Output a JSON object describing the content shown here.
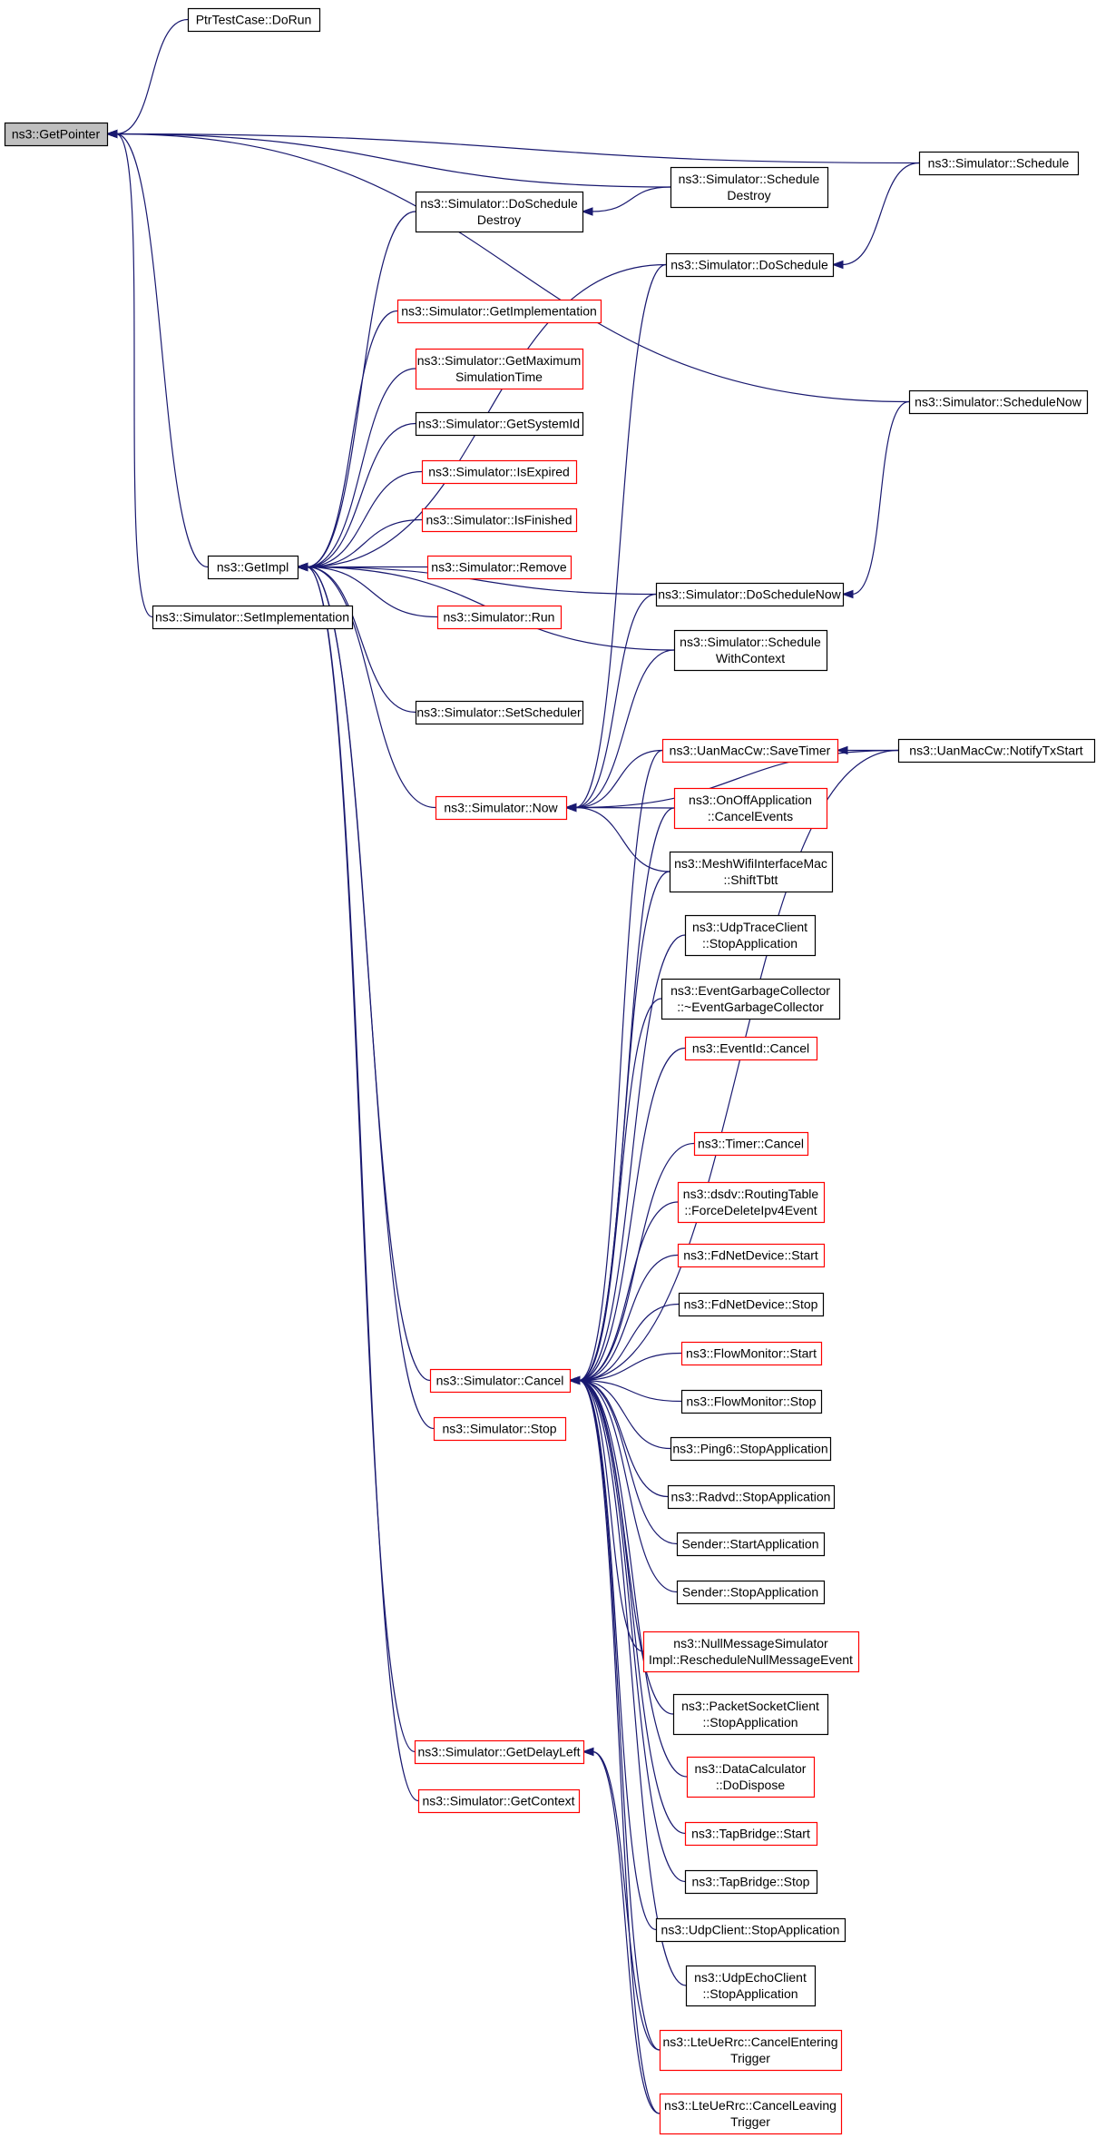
{
  "colors": {
    "edge": "#191970",
    "node_border_black": "#000000",
    "node_border_red": "#ff0000",
    "focus_fill": "#bfbfbf",
    "node_fill": "#ffffff"
  },
  "nodes": {
    "getpointer": {
      "lines": [
        "ns3::GetPointer"
      ],
      "border": "black",
      "focus": true
    },
    "ptrtestcase_dorun": {
      "lines": [
        "PtrTestCase::DoRun"
      ],
      "border": "black"
    },
    "sim_setimplementation": {
      "lines": [
        "ns3::Simulator::SetImplementation"
      ],
      "border": "black"
    },
    "getimpl": {
      "lines": [
        "ns3::GetImpl"
      ],
      "border": "black"
    },
    "sim_doscheduledestroy": {
      "lines": [
        "ns3::Simulator::DoSchedule",
        "Destroy"
      ],
      "border": "black"
    },
    "sim_getimplementation": {
      "lines": [
        "ns3::Simulator::GetImplementation"
      ],
      "border": "red"
    },
    "sim_getmaximumsimulationtime": {
      "lines": [
        "ns3::Simulator::GetMaximum",
        "SimulationTime"
      ],
      "border": "red"
    },
    "sim_getsystemid": {
      "lines": [
        "ns3::Simulator::GetSystemId"
      ],
      "border": "black"
    },
    "sim_isexpired": {
      "lines": [
        "ns3::Simulator::IsExpired"
      ],
      "border": "red"
    },
    "sim_isfinished": {
      "lines": [
        "ns3::Simulator::IsFinished"
      ],
      "border": "red"
    },
    "sim_remove": {
      "lines": [
        "ns3::Simulator::Remove"
      ],
      "border": "red"
    },
    "sim_run": {
      "lines": [
        "ns3::Simulator::Run"
      ],
      "border": "red"
    },
    "sim_setscheduler": {
      "lines": [
        "ns3::Simulator::SetScheduler"
      ],
      "border": "black"
    },
    "sim_now": {
      "lines": [
        "ns3::Simulator::Now"
      ],
      "border": "red"
    },
    "sim_cancel": {
      "lines": [
        "ns3::Simulator::Cancel"
      ],
      "border": "red"
    },
    "sim_stop": {
      "lines": [
        "ns3::Simulator::Stop"
      ],
      "border": "red"
    },
    "sim_getdelayleft": {
      "lines": [
        "ns3::Simulator::GetDelayLeft"
      ],
      "border": "red"
    },
    "sim_getcontext": {
      "lines": [
        "ns3::Simulator::GetContext"
      ],
      "border": "red"
    },
    "sim_scheduledestroy": {
      "lines": [
        "ns3::Simulator::Schedule",
        "Destroy"
      ],
      "border": "black"
    },
    "sim_doschedule": {
      "lines": [
        "ns3::Simulator::DoSchedule"
      ],
      "border": "black"
    },
    "sim_doschedulenow": {
      "lines": [
        "ns3::Simulator::DoScheduleNow"
      ],
      "border": "black"
    },
    "sim_schedulewithcontext": {
      "lines": [
        "ns3::Simulator::Schedule",
        "WithContext"
      ],
      "border": "black"
    },
    "uanmaccw_savetimer": {
      "lines": [
        "ns3::UanMacCw::SaveTimer"
      ],
      "border": "red"
    },
    "onoffapp_cancelevents": {
      "lines": [
        "ns3::OnOffApplication",
        "::CancelEvents"
      ],
      "border": "red"
    },
    "meshwifi_shifttbtt": {
      "lines": [
        "ns3::MeshWifiInterfaceMac",
        "::ShiftTbtt"
      ],
      "border": "black"
    },
    "udptraceclient_stop": {
      "lines": [
        "ns3::UdpTraceClient",
        "::StopApplication"
      ],
      "border": "black"
    },
    "eventgc_dtor": {
      "lines": [
        "ns3::EventGarbageCollector",
        "::~EventGarbageCollector"
      ],
      "border": "black"
    },
    "eventid_cancel": {
      "lines": [
        "ns3::EventId::Cancel"
      ],
      "border": "red"
    },
    "timer_cancel": {
      "lines": [
        "ns3::Timer::Cancel"
      ],
      "border": "red"
    },
    "dsdv_forcedelete": {
      "lines": [
        "ns3::dsdv::RoutingTable",
        "::ForceDeleteIpv4Event"
      ],
      "border": "red"
    },
    "fdnet_start": {
      "lines": [
        "ns3::FdNetDevice::Start"
      ],
      "border": "red"
    },
    "fdnet_stop": {
      "lines": [
        "ns3::FdNetDevice::Stop"
      ],
      "border": "black"
    },
    "flowmon_start": {
      "lines": [
        "ns3::FlowMonitor::Start"
      ],
      "border": "red"
    },
    "flowmon_stop": {
      "lines": [
        "ns3::FlowMonitor::Stop"
      ],
      "border": "black"
    },
    "ping6_stop": {
      "lines": [
        "ns3::Ping6::StopApplication"
      ],
      "border": "black"
    },
    "radvd_stop": {
      "lines": [
        "ns3::Radvd::StopApplication"
      ],
      "border": "black"
    },
    "sender_start": {
      "lines": [
        "Sender::StartApplication"
      ],
      "border": "black"
    },
    "sender_stop": {
      "lines": [
        "Sender::StopApplication"
      ],
      "border": "black"
    },
    "nullmsg_reschedule": {
      "lines": [
        "ns3::NullMessageSimulator",
        "Impl::RescheduleNullMessageEvent"
      ],
      "border": "red"
    },
    "packetsocket_stop": {
      "lines": [
        "ns3::PacketSocketClient",
        "::StopApplication"
      ],
      "border": "black"
    },
    "datacalc_dispose": {
      "lines": [
        "ns3::DataCalculator",
        "::DoDispose"
      ],
      "border": "red"
    },
    "tapbridge_start": {
      "lines": [
        "ns3::TapBridge::Start"
      ],
      "border": "red"
    },
    "tapbridge_stop": {
      "lines": [
        "ns3::TapBridge::Stop"
      ],
      "border": "black"
    },
    "udpclient_stop": {
      "lines": [
        "ns3::UdpClient::StopApplication"
      ],
      "border": "black"
    },
    "udpecho_stop": {
      "lines": [
        "ns3::UdpEchoClient",
        "::StopApplication"
      ],
      "border": "black"
    },
    "lteuerrc_cancelentering": {
      "lines": [
        "ns3::LteUeRrc::CancelEntering",
        "Trigger"
      ],
      "border": "red"
    },
    "lteuerrc_cancelleaving": {
      "lines": [
        "ns3::LteUeRrc::CancelLeaving",
        "Trigger"
      ],
      "border": "red"
    },
    "sim_schedule": {
      "lines": [
        "ns3::Simulator::Schedule"
      ],
      "border": "black"
    },
    "sim_schedulenow": {
      "lines": [
        "ns3::Simulator::ScheduleNow"
      ],
      "border": "black"
    },
    "uanmaccw_notifytxstart": {
      "lines": [
        "ns3::UanMacCw::NotifyTxStart"
      ],
      "border": "black"
    }
  },
  "edges": [
    [
      "ptrtestcase_dorun",
      "getpointer"
    ],
    [
      "sim_setimplementation",
      "getpointer"
    ],
    [
      "getimpl",
      "getpointer"
    ],
    [
      "sim_scheduledestroy",
      "getpointer"
    ],
    [
      "sim_schedule",
      "getpointer"
    ],
    [
      "sim_schedulenow",
      "getpointer"
    ],
    [
      "sim_doscheduledestroy",
      "getimpl"
    ],
    [
      "sim_getimplementation",
      "getimpl"
    ],
    [
      "sim_getmaximumsimulationtime",
      "getimpl"
    ],
    [
      "sim_getsystemid",
      "getimpl"
    ],
    [
      "sim_isexpired",
      "getimpl"
    ],
    [
      "sim_isfinished",
      "getimpl"
    ],
    [
      "sim_remove",
      "getimpl"
    ],
    [
      "sim_run",
      "getimpl"
    ],
    [
      "sim_setscheduler",
      "getimpl"
    ],
    [
      "sim_now",
      "getimpl"
    ],
    [
      "sim_cancel",
      "getimpl"
    ],
    [
      "sim_stop",
      "getimpl"
    ],
    [
      "sim_getdelayleft",
      "getimpl"
    ],
    [
      "sim_getcontext",
      "getimpl"
    ],
    [
      "sim_doschedule",
      "getimpl"
    ],
    [
      "sim_doschedulenow",
      "getimpl"
    ],
    [
      "sim_schedulewithcontext",
      "getimpl"
    ],
    [
      "sim_scheduledestroy",
      "sim_doscheduledestroy"
    ],
    [
      "sim_schedule",
      "sim_doschedule"
    ],
    [
      "sim_schedulenow",
      "sim_doschedulenow"
    ],
    [
      "uanmaccw_notifytxstart",
      "uanmaccw_savetimer"
    ],
    [
      "sim_doschedule",
      "sim_now"
    ],
    [
      "sim_doschedulenow",
      "sim_now"
    ],
    [
      "sim_schedulewithcontext",
      "sim_now"
    ],
    [
      "uanmaccw_savetimer",
      "sim_now"
    ],
    [
      "onoffapp_cancelevents",
      "sim_now"
    ],
    [
      "meshwifi_shifttbtt",
      "sim_now"
    ],
    [
      "uanmaccw_notifytxstart",
      "sim_now"
    ],
    [
      "uanmaccw_savetimer",
      "sim_cancel"
    ],
    [
      "onoffapp_cancelevents",
      "sim_cancel"
    ],
    [
      "meshwifi_shifttbtt",
      "sim_cancel"
    ],
    [
      "udptraceclient_stop",
      "sim_cancel"
    ],
    [
      "eventgc_dtor",
      "sim_cancel"
    ],
    [
      "eventid_cancel",
      "sim_cancel"
    ],
    [
      "uanmaccw_notifytxstart",
      "sim_cancel"
    ],
    [
      "timer_cancel",
      "sim_cancel"
    ],
    [
      "dsdv_forcedelete",
      "sim_cancel"
    ],
    [
      "fdnet_start",
      "sim_cancel"
    ],
    [
      "fdnet_stop",
      "sim_cancel"
    ],
    [
      "flowmon_start",
      "sim_cancel"
    ],
    [
      "flowmon_stop",
      "sim_cancel"
    ],
    [
      "ping6_stop",
      "sim_cancel"
    ],
    [
      "radvd_stop",
      "sim_cancel"
    ],
    [
      "sender_start",
      "sim_cancel"
    ],
    [
      "sender_stop",
      "sim_cancel"
    ],
    [
      "nullmsg_reschedule",
      "sim_cancel"
    ],
    [
      "packetsocket_stop",
      "sim_cancel"
    ],
    [
      "datacalc_dispose",
      "sim_cancel"
    ],
    [
      "tapbridge_start",
      "sim_cancel"
    ],
    [
      "tapbridge_stop",
      "sim_cancel"
    ],
    [
      "udpclient_stop",
      "sim_cancel"
    ],
    [
      "udpecho_stop",
      "sim_cancel"
    ],
    [
      "lteuerrc_cancelentering",
      "sim_cancel"
    ],
    [
      "lteuerrc_cancelleaving",
      "sim_cancel"
    ],
    [
      "lteuerrc_cancelentering",
      "sim_getdelayleft"
    ],
    [
      "lteuerrc_cancelleaving",
      "sim_getdelayleft"
    ]
  ]
}
